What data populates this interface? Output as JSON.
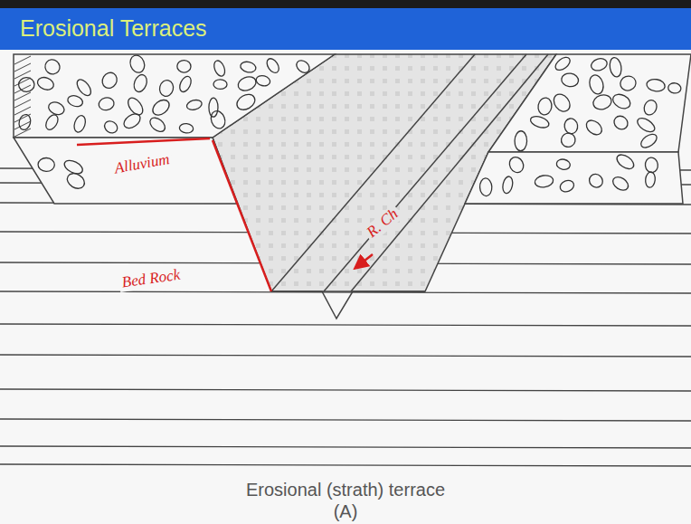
{
  "diagram": {
    "title": "Erosional Terraces",
    "caption": "Erosional (strath) terrace",
    "labels": [
      "Alluvium",
      "Bed Rock",
      "R. Ch",
      "(A)"
    ]
  }
}
